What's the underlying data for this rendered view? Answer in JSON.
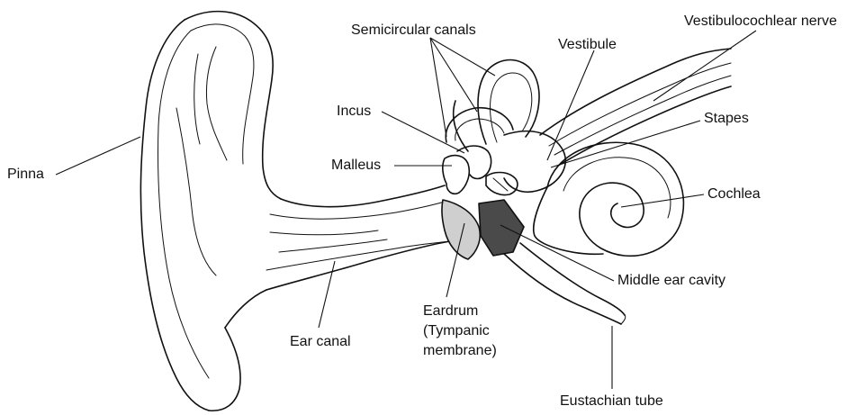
{
  "labels": {
    "semicircular_canals": "Semicircular canals",
    "vestibule": "Vestibule",
    "vestibulocochlear_nerve": "Vestibulocochlear nerve",
    "incus": "Incus",
    "stapes": "Stapes",
    "malleus": "Malleus",
    "pinna": "Pinna",
    "cochlea": "Cochlea",
    "middle_ear_cavity": "Middle ear cavity",
    "eardrum": "Eardrum",
    "eardrum_alt_line1": "(Tympanic",
    "eardrum_alt_line2": "membrane)",
    "ear_canal": "Ear canal",
    "eustachian_tube": "Eustachian tube"
  }
}
